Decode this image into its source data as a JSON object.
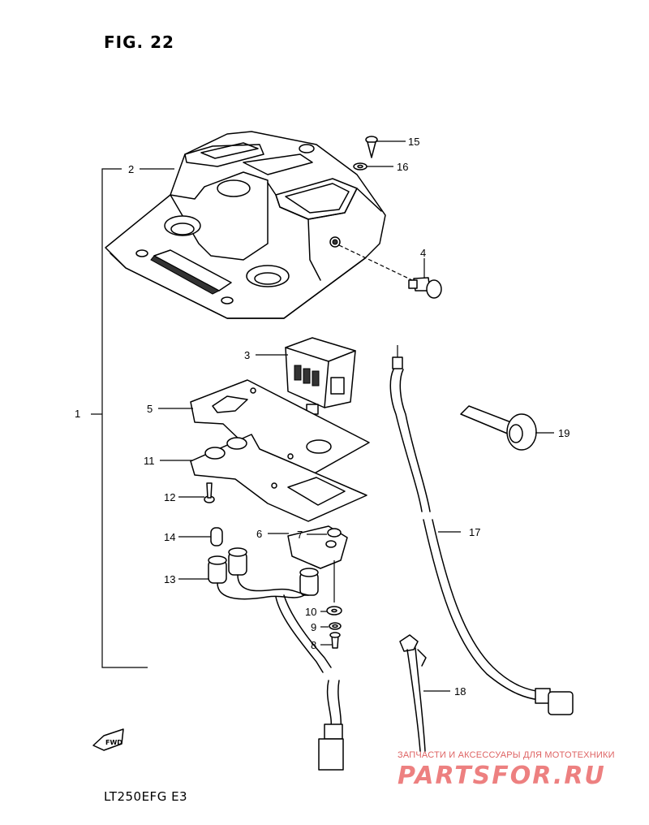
{
  "figure": {
    "title": "FIG. 22",
    "model": "LT250EFG  E3"
  },
  "watermark": {
    "text": "ЗАПЧАСТИ И АКСЕССУАРЫ ДЛЯ МОТОТЕХНИКИ",
    "logo": "PARTSFOR.RU",
    "color": "#e65c5c"
  },
  "callouts": {
    "c1": "1",
    "c2": "2",
    "c3": "3",
    "c4": "4",
    "c5": "5",
    "c6": "6",
    "c7": "7",
    "c8": "8",
    "c9": "9",
    "c10": "10",
    "c11": "11",
    "c12": "12",
    "c13": "13",
    "c14": "14",
    "c15": "15",
    "c16": "16",
    "c17": "17",
    "c18": "18",
    "c19": "19"
  },
  "icons": {
    "fwd": "fwd-arrow-icon"
  },
  "fwd_label": "FWD"
}
